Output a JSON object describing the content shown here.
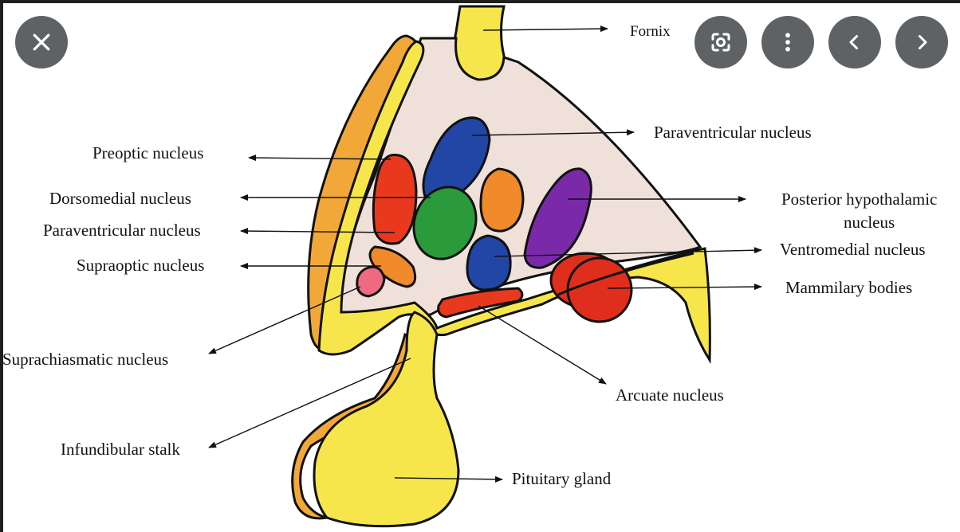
{
  "controls": {
    "close": "close-icon",
    "lens": "google-lens-icon",
    "more": "more-vert-icon",
    "previous": "chevron-left-icon",
    "next": "chevron-right-icon"
  },
  "labels": {
    "fornix": "Fornix",
    "paraventricular_right": "Paraventricular nucleus",
    "preoptic": "Preoptic nucleus",
    "dorsomedial": "Dorsomedial nucleus",
    "paraventricular_left": "Paraventricular nucleus",
    "supraoptic": "Supraoptic nucleus",
    "posterior_line1": "Posterior hypothalamic",
    "posterior_line2": "nucleus",
    "ventromedial": "Ventromedial nucleus",
    "mammilary": "Mammilary bodies",
    "suprachiasmatic": "Suprachiasmatic nucleus",
    "arcuate": "Arcuate nucleus",
    "infundibular": "Infundibular stalk",
    "pituitary": "Pituitary gland"
  },
  "colors": {
    "background": "#ffffff",
    "frame": "#1f1f1f",
    "region_fill": "#efe0da",
    "yellow": "#f7e64b",
    "orange_border": "#f2a838",
    "red_nucleus": "#e8391e",
    "blue_nucleus": "#2146a6",
    "green_nucleus": "#2a9a3a",
    "orange_nucleus": "#f08a2a",
    "purple_nucleus": "#7a2aa8",
    "pink_nucleus": "#ef6a80",
    "mammilary": "#e02e1c",
    "control_bg": "#3c4043"
  }
}
